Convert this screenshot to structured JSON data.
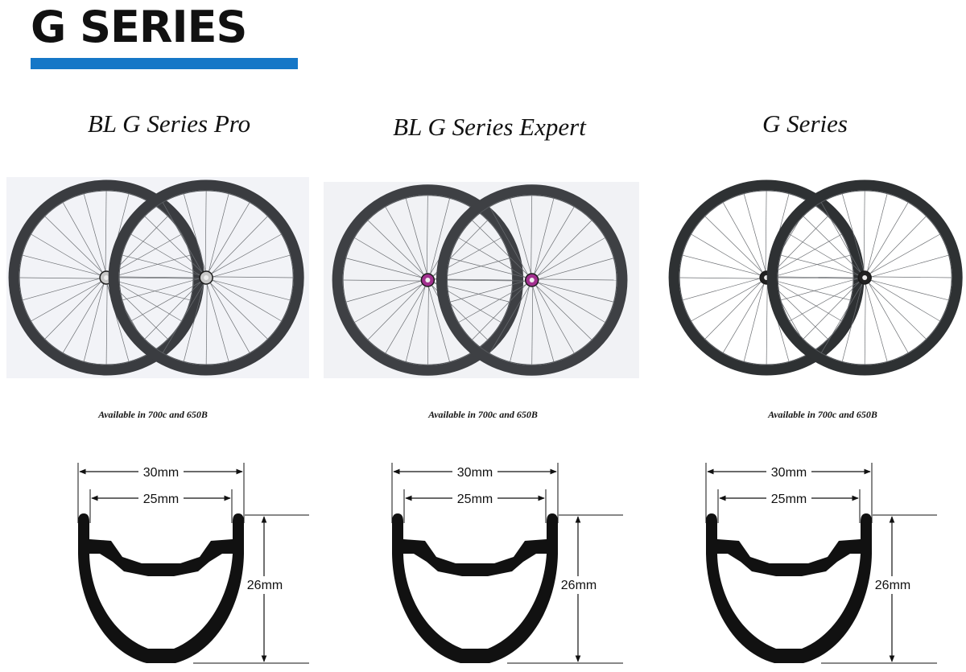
{
  "header": {
    "title": "G SERIES",
    "accent_color": "#1577c7"
  },
  "products": [
    {
      "name": "BL G Series Pro",
      "availability": "Available in 700c and 650B",
      "rim_color": "#3a3c40",
      "hub_color": "#c8c8c8",
      "photo_bg": "#f2f3f7",
      "profile": {
        "outer_width": "30mm",
        "inner_width": "25mm",
        "depth": "26mm"
      }
    },
    {
      "name": "BL G Series Expert",
      "availability": "Available in 700c and 650B",
      "rim_color": "#3e4044",
      "hub_color": "#a2308f",
      "photo_bg": "#f1f2f5",
      "profile": {
        "outer_width": "30mm",
        "inner_width": "25mm",
        "depth": "26mm"
      }
    },
    {
      "name": "G Series",
      "availability": "Available in 700c and 650B",
      "rim_color": "#2e3133",
      "hub_color": "#222222",
      "photo_bg": "#ffffff",
      "profile": {
        "outer_width": "30mm",
        "inner_width": "25mm",
        "depth": "26mm"
      }
    }
  ]
}
